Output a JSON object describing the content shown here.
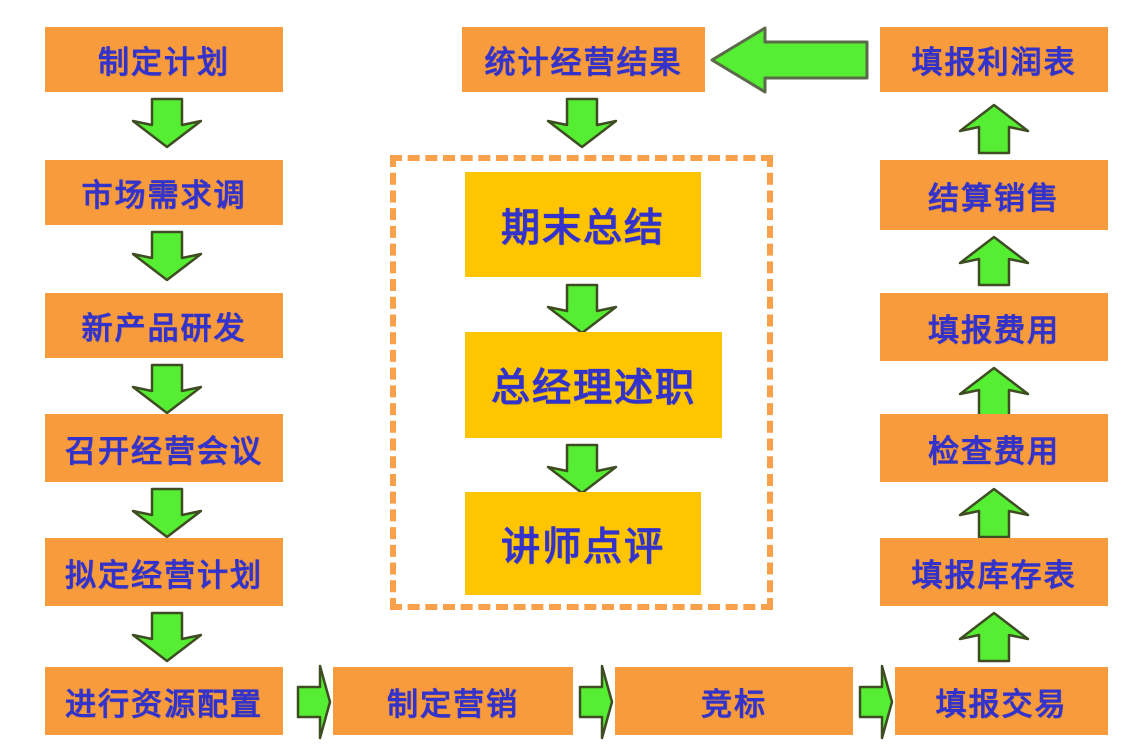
{
  "diagram": {
    "title_text_color": "#3333cc",
    "colors": {
      "box_orange": "#f89b3c",
      "box_yellow": "#ffc500",
      "arrow_green": "#55ee33",
      "arrow_outline": "#4a5a2a",
      "dashed_border": "#f9a14a",
      "text_blue": "#3333cc",
      "background": "#ffffff"
    },
    "left_column": {
      "nodes": [
        {
          "id": "plan",
          "label": "制定计划"
        },
        {
          "id": "market-research",
          "label": "市场需求调"
        },
        {
          "id": "new-product-rd",
          "label": "新产品研发"
        },
        {
          "id": "business-meeting",
          "label": "召开经营会议"
        },
        {
          "id": "draft-plan",
          "label": "拟定经营计划"
        }
      ],
      "arrow_direction": "down"
    },
    "middle_column": {
      "top_node": {
        "id": "statistics-result",
        "label": "统计经营结果"
      },
      "grouped_nodes": [
        {
          "id": "period-summary",
          "label": "期末总结"
        },
        {
          "id": "gm-report",
          "label": "总经理述职"
        },
        {
          "id": "instructor-review",
          "label": "讲师点评"
        }
      ],
      "arrow_direction": "down",
      "group_frame_style": "dashed"
    },
    "right_column": {
      "nodes": [
        {
          "id": "profit-statement",
          "label": "填报利润表"
        },
        {
          "id": "settle-sales",
          "label": "结算销售"
        },
        {
          "id": "report-expense",
          "label": "填报费用"
        },
        {
          "id": "check-expense",
          "label": "检查费用"
        },
        {
          "id": "report-inventory",
          "label": "填报库存表"
        }
      ],
      "arrow_direction": "up"
    },
    "bottom_row": {
      "nodes": [
        {
          "id": "resource-allocation",
          "label": "进行资源配置"
        },
        {
          "id": "marketing-plan",
          "label": "制定营销"
        },
        {
          "id": "bidding",
          "label": "竞标"
        },
        {
          "id": "report-transaction",
          "label": "填报交易"
        }
      ],
      "arrow_direction": "right"
    },
    "connector_arrows": [
      {
        "id": "big-left-arrow",
        "direction": "left",
        "from": "填报利润表",
        "to": "统计经营结果"
      }
    ]
  }
}
